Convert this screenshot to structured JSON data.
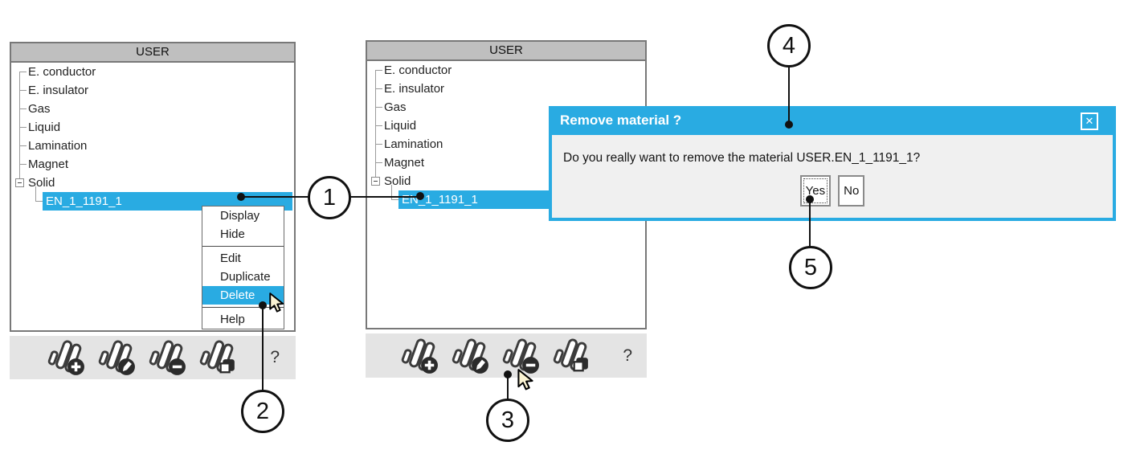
{
  "accent": "#29abe2",
  "panel": {
    "title": "USER",
    "tree_items": [
      "E. conductor",
      "E. insulator",
      "Gas",
      "Liquid",
      "Lamination",
      "Magnet",
      "Solid"
    ],
    "selected_item": "EN_1_1191_1",
    "toolbar": {
      "buttons": [
        {
          "icon": "material-add-icon"
        },
        {
          "icon": "material-edit-icon"
        },
        {
          "icon": "material-delete-icon"
        },
        {
          "icon": "material-duplicate-icon"
        }
      ],
      "help_label": "?"
    }
  },
  "context_menu": {
    "items": [
      "Display",
      "Hide",
      "Edit",
      "Duplicate",
      "Delete",
      "Help"
    ],
    "selected": "Delete"
  },
  "dialog": {
    "title": "Remove material ?",
    "close_glyph": "✕",
    "message": "Do you really want to remove the material USER.EN_1_1191_1?",
    "yes_label": "Yes",
    "no_label": "No"
  },
  "annotations": {
    "callout_labels": [
      "1",
      "2",
      "3",
      "4",
      "5"
    ]
  }
}
